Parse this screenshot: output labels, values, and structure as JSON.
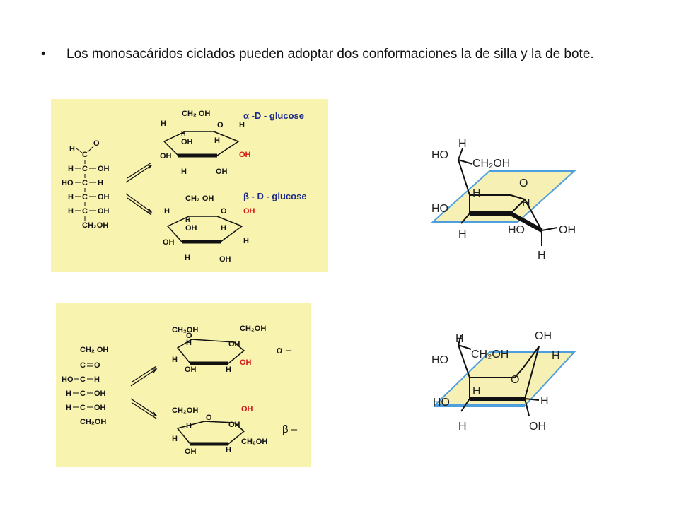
{
  "slide": {
    "bullet": "•",
    "text": "Los monosacáridos ciclados pueden adoptar dos conformaciones la de silla y la de bote."
  },
  "glucose_panel": {
    "alpha_label": "α -D - glucose",
    "beta_label": "β - D - glucose",
    "chain": [
      "H",
      "C",
      "O",
      "H–C–OH",
      "HO–C–H",
      "H–C–OH",
      "H–C–OH",
      "CH₂OH"
    ],
    "ring_labels": {
      "ch2oh": "CH₂OH",
      "o": "O",
      "h": "H",
      "oh": "OH"
    }
  },
  "fructose_panel": {
    "alpha_label": "α –",
    "beta_label": "β –",
    "ring_labels": {
      "ch2oh": "CH₂OH",
      "o": "O",
      "h": "H",
      "oh": "OH"
    }
  },
  "chair": {
    "labels": [
      "HO",
      "H",
      "CH₂OH",
      "O",
      "H",
      "HO",
      "H",
      "H",
      "HO",
      "OH",
      "H"
    ]
  },
  "boat": {
    "labels": [
      "H",
      "OH",
      "HO",
      "CH₂OH",
      "H",
      "O",
      "HO",
      "H",
      "H",
      "OH"
    ]
  },
  "colors": {
    "panel_bg": "#f8f4b0",
    "plane_fill": "#f6f0b4",
    "plane_edge": "#4e9fe0",
    "red": "#d21818",
    "blue_label": "#1c2b8a"
  }
}
